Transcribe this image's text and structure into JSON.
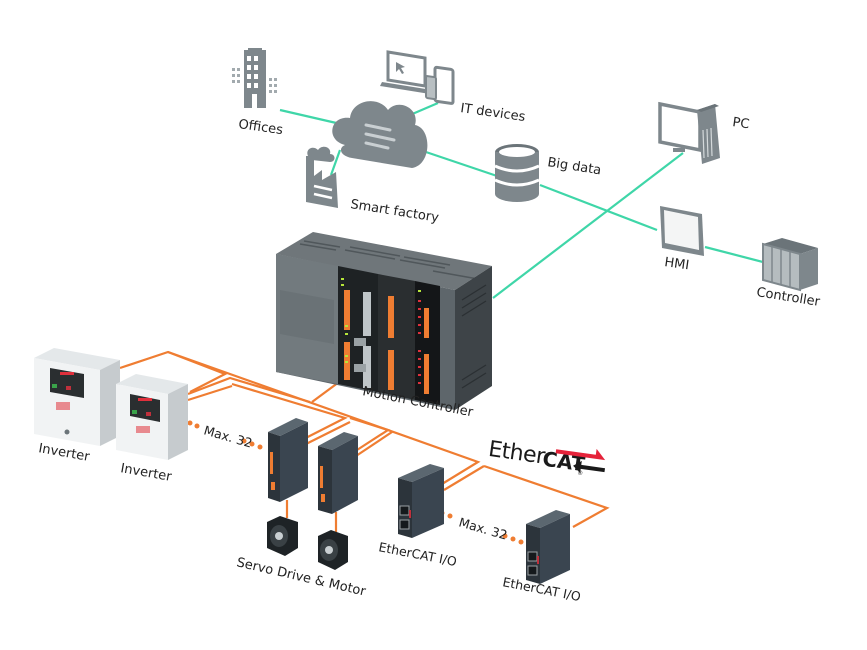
{
  "diagram": {
    "colors": {
      "it_network": "#3fd6a8",
      "ethercat_network": "#ef7d32",
      "icon_gray": "#7e878c",
      "ethercat_red": "#e5233a",
      "text": "#222222"
    },
    "it_nodes": {
      "offices": "Offices",
      "it_devices": "IT devices",
      "smart_factory": "Smart factory",
      "big_data": "Big data",
      "pc": "PC",
      "hmi": "HMI",
      "controller": "Controller"
    },
    "main_device": {
      "label": "Motion Controller"
    },
    "field_devices": {
      "inverter_1": "Inverter",
      "inverter_2": "Inverter",
      "servo": "Servo Drive & Motor",
      "io_1": "EtherCAT I/O",
      "io_2": "EtherCAT I/O"
    },
    "max_labels": {
      "inverters": "Max. 32",
      "io": "Max. 32"
    },
    "logo": {
      "part1": "Ether",
      "part2": "CAT",
      "registered": "®"
    }
  }
}
